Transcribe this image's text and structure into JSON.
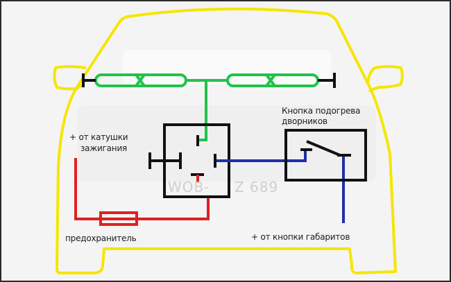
{
  "diagram": {
    "title": "Схема подключения подогрева дворников",
    "labels": {
      "heater_button": "Кнопка подогрева",
      "heater_button_line2": "дворников",
      "ignition": "+ от катушки",
      "ignition_line2": "зажигания",
      "fuse": "предохранитель",
      "parking_lights": "+ от кнопки габаритов"
    },
    "background_plate": {
      "left": "WOB-",
      "right": "Z 689"
    },
    "colors": {
      "car_outline": "#f5e600",
      "heater_circuit": "#22c24a",
      "ignition_circuit": "#e02020",
      "control_circuit": "#1f2fa6",
      "ground": "#111111",
      "background": "#f4f4f4"
    },
    "components": [
      {
        "id": "heater-left",
        "type": "heating-element",
        "circuit": "heater_circuit"
      },
      {
        "id": "heater-right",
        "type": "heating-element",
        "circuit": "heater_circuit"
      },
      {
        "id": "relay",
        "type": "relay"
      },
      {
        "id": "switch",
        "type": "switch"
      },
      {
        "id": "fuse",
        "type": "fuse",
        "circuit": "ignition_circuit"
      }
    ]
  }
}
